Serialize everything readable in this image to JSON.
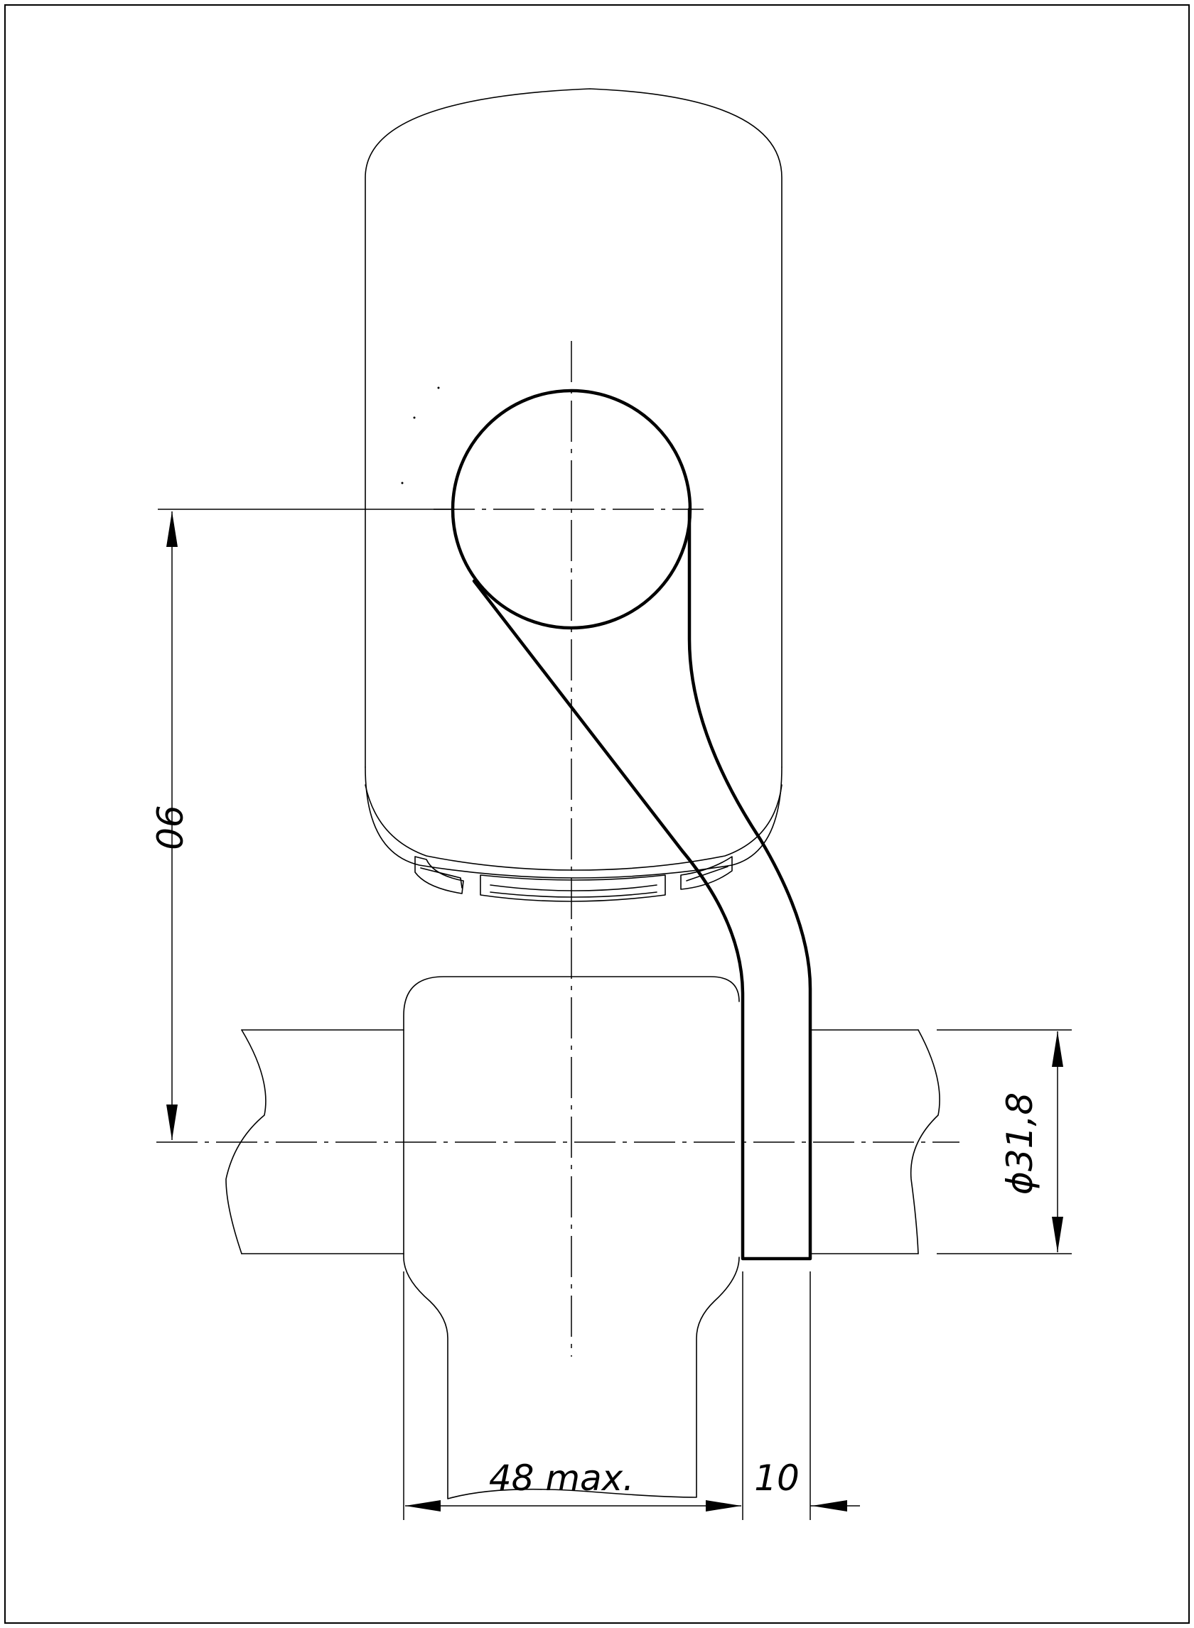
{
  "drawing": {
    "dimensions": {
      "height": "90",
      "diameter": "ϕ31,8",
      "width_max": "48 max.",
      "thickness": "10"
    }
  }
}
